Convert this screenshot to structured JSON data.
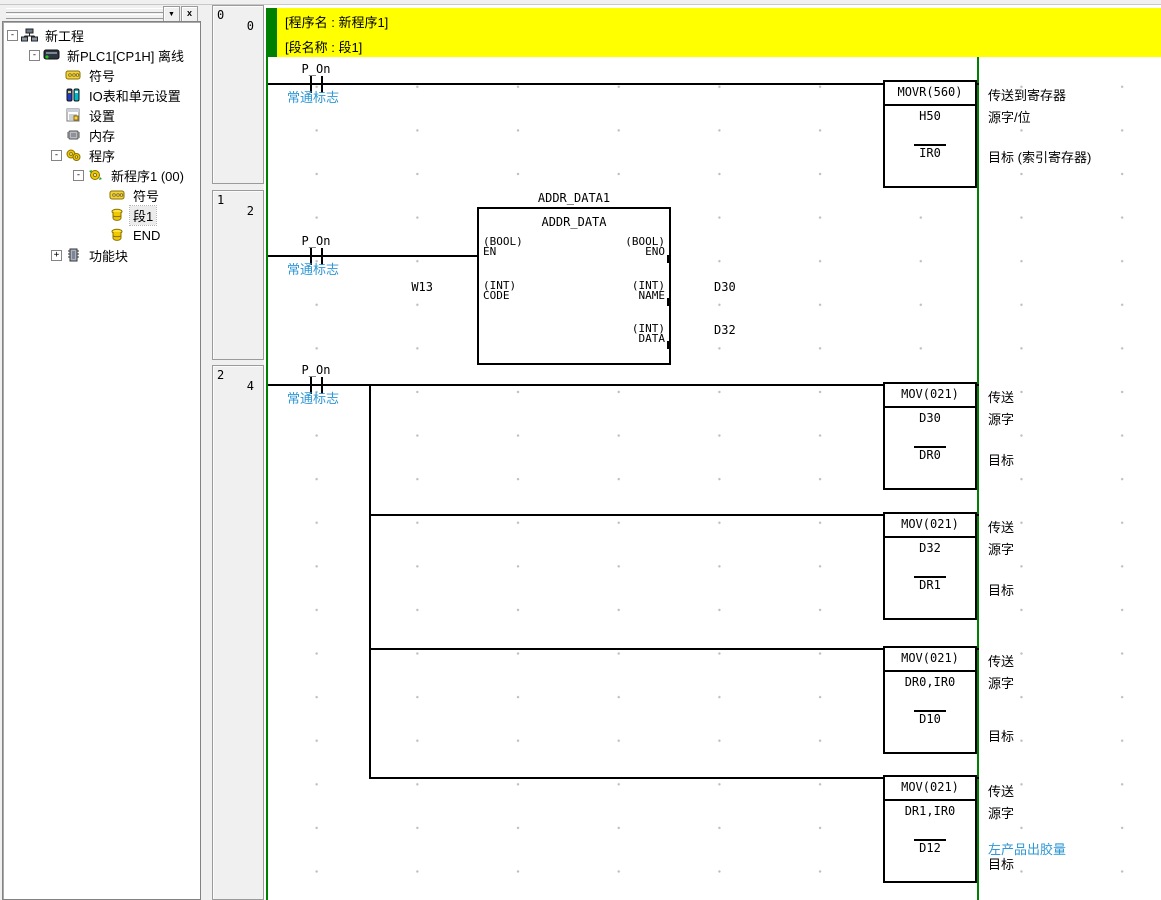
{
  "panel": {
    "dropdown_glyph": "▼",
    "close_glyph": "x"
  },
  "tree": {
    "items": [
      {
        "label": "新工程",
        "expand": "-"
      },
      {
        "label": "新PLC1[CP1H] 离线",
        "expand": "-"
      },
      {
        "label": "符号"
      },
      {
        "label": "IO表和单元设置"
      },
      {
        "label": "设置"
      },
      {
        "label": "内存"
      },
      {
        "label": "程序",
        "expand": "-"
      },
      {
        "label": "新程序1 (00)",
        "expand": "-"
      },
      {
        "label": "符号"
      },
      {
        "label": "段1",
        "selected": true
      },
      {
        "label": "END"
      },
      {
        "label": "功能块",
        "expand": "+"
      }
    ]
  },
  "banner": {
    "line1": "[程序名 :  新程序1]",
    "line2": "[段名称 :  段1]"
  },
  "rungs": [
    {
      "number": "0",
      "step": "0"
    },
    {
      "number": "1",
      "step": "2"
    },
    {
      "number": "2",
      "step": "4"
    }
  ],
  "contacts": [
    {
      "label": "P_On",
      "comment": "常通标志"
    },
    {
      "label": "P_On",
      "comment": "常通标志"
    },
    {
      "label": "P_On",
      "comment": "常通标志"
    }
  ],
  "movr": {
    "title": "MOVR(560)",
    "src": "H50",
    "dst": "IR0",
    "comments": {
      "title": "传送到寄存器",
      "src": "源字/位",
      "dst": "目标 (索引寄存器)"
    }
  },
  "fb": {
    "instance": "ADDR_DATA1",
    "name": "ADDR_DATA",
    "en_type": "(BOOL)",
    "en_name": "EN",
    "code_type": "(INT)",
    "code_name": "CODE",
    "code_operand": "W13",
    "eno_type": "(BOOL)",
    "eno_name": "ENO",
    "name_type": "(INT)",
    "name_name": "NAME",
    "name_operand": "D30",
    "data_type": "(INT)",
    "data_name": "DATA",
    "data_operand": "D32"
  },
  "movs": [
    {
      "title": "MOV(021)",
      "src": "D30",
      "dst": "DR0",
      "comments": {
        "title": "传送",
        "src": "源字",
        "dst": "目标"
      }
    },
    {
      "title": "MOV(021)",
      "src": "D32",
      "dst": "DR1",
      "comments": {
        "title": "传送",
        "src": "源字",
        "dst": "目标"
      }
    },
    {
      "title": "MOV(021)",
      "src": "DR0,IR0",
      "dst": "D10",
      "comments": {
        "title": "传送",
        "src": "源字",
        "dst": "目标"
      }
    },
    {
      "title": "MOV(021)",
      "src": "DR1,IR0",
      "dst": "D12",
      "comments": {
        "title": "传送",
        "src": "源字",
        "dst": "目标",
        "extra": "左产品出胶量"
      }
    }
  ]
}
